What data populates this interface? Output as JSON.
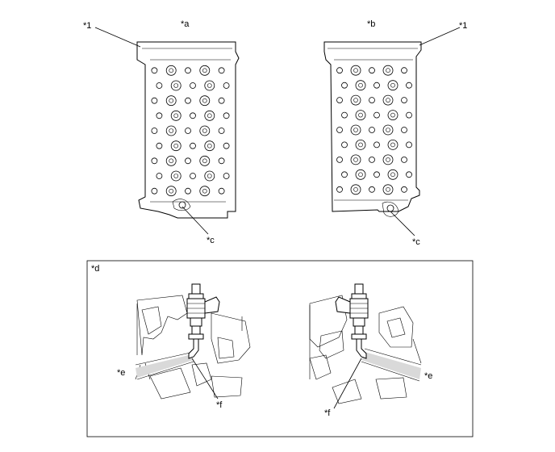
{
  "labels": {
    "a": "*a",
    "b": "*b",
    "c_left": "*c",
    "c_right": "*c",
    "one_left": "*1",
    "one_right": "*1",
    "d": "*d",
    "e_left": "*e",
    "e_right": "*e",
    "f_left": "*f",
    "f_right": "*f"
  }
}
